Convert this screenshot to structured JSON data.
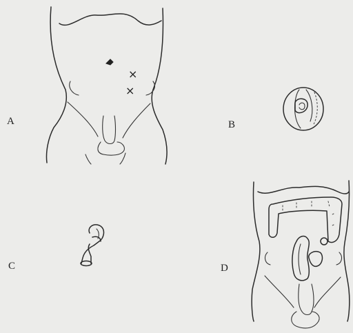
{
  "panels": [
    {
      "label": "A"
    },
    {
      "label": "B"
    },
    {
      "label": "C"
    },
    {
      "label": "D"
    }
  ],
  "marks": {
    "cross_symbol": "×"
  },
  "colors": {
    "ink": "#2a2a2a",
    "paper": "#ececea"
  }
}
